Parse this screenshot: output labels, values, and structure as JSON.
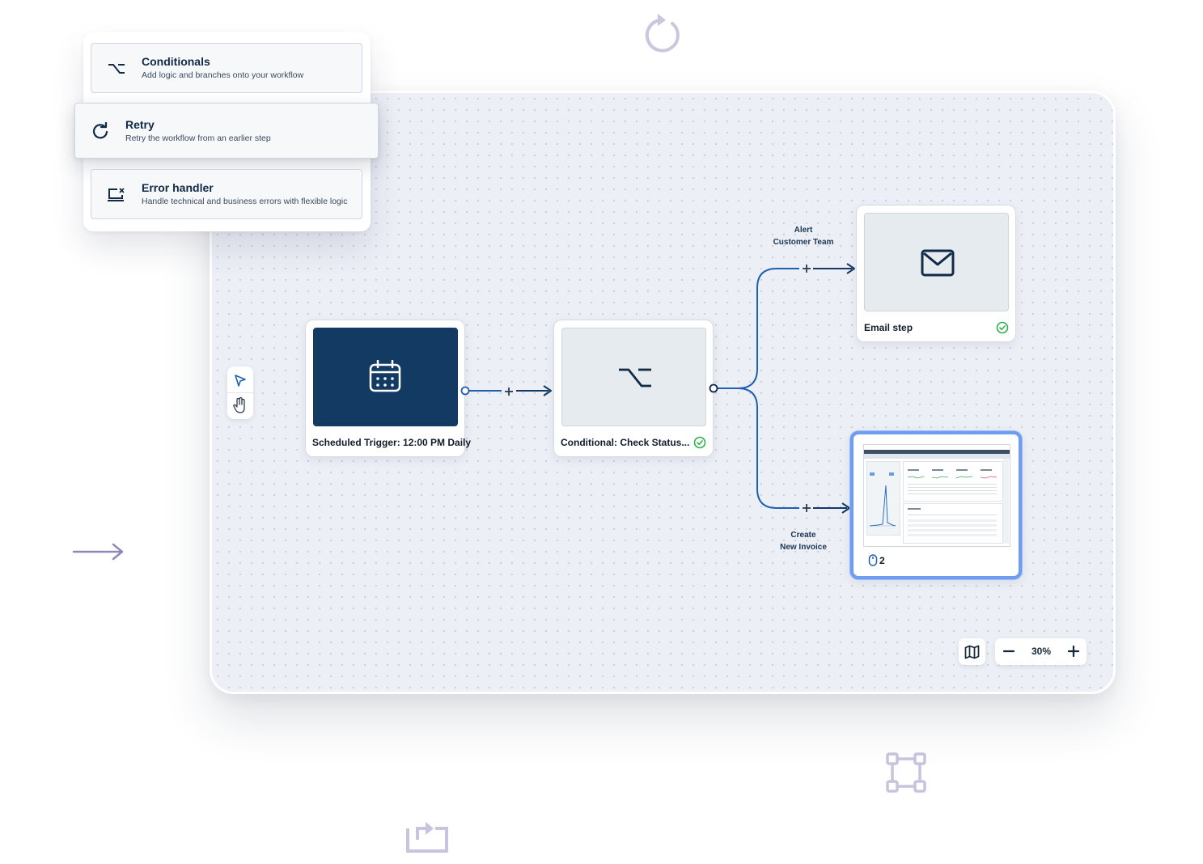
{
  "menu": {
    "items": [
      {
        "title": "Conditionals",
        "description": "Add logic and branches onto your workflow",
        "icon": "branch-icon"
      },
      {
        "title": "Retry",
        "description": "Retry the workflow from an earlier step",
        "icon": "retry-icon"
      },
      {
        "title": "Error handler",
        "description": "Handle technical and business errors with flexible logic",
        "icon": "error-handler-icon"
      }
    ]
  },
  "workflow": {
    "nodes": {
      "trigger": {
        "label": "Scheduled Trigger: 12:00 PM Daily",
        "icon": "calendar-icon"
      },
      "conditional": {
        "label": "Conditional: Check Status...",
        "icon": "branch-icon",
        "status": "check-circle-icon"
      },
      "email": {
        "label": "Email step",
        "icon": "envelope-icon",
        "status": "check-circle-icon"
      },
      "invoice": {
        "count": "2",
        "icon": "mouse-icon"
      }
    },
    "edges": {
      "alert_line1": "Alert",
      "alert_line2": "Customer Team",
      "create_line1": "Create",
      "create_line2": "New Invoice"
    }
  },
  "controls": {
    "zoom_level": "30%",
    "zoom_out": "−",
    "zoom_in": "+"
  },
  "colors": {
    "accent": "#1f5fb0",
    "navy": "#133a63",
    "success": "#2bb24c",
    "decor": "#9b95c3",
    "selected": "#6d9cf0"
  }
}
